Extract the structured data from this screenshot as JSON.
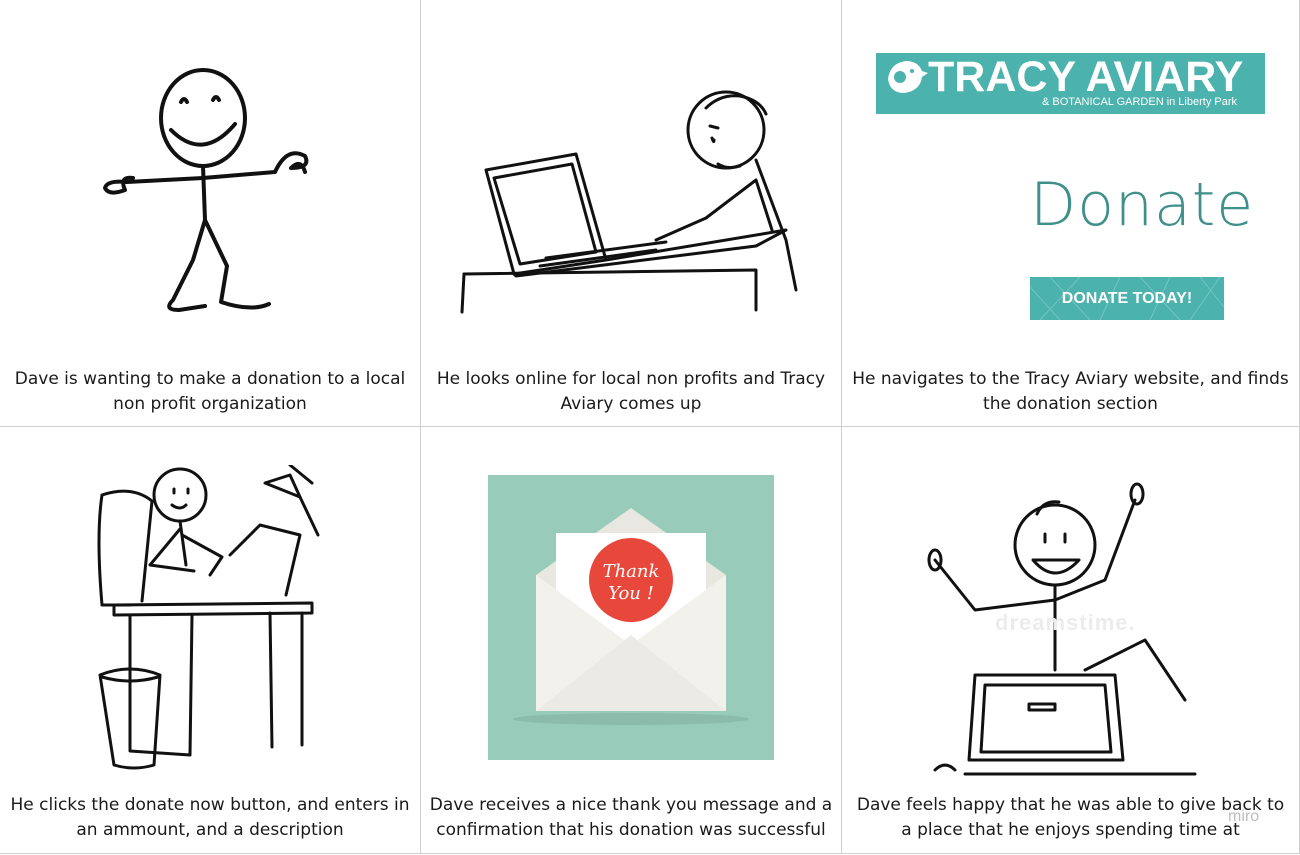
{
  "panels": [
    {
      "caption": "Dave is wanting to make a donation to a local non profit organization"
    },
    {
      "caption": "He looks online for local non profits and Tracy Aviary comes up"
    },
    {
      "caption": "He navigates to the Tracy Aviary website, and finds the donation section"
    },
    {
      "caption": "He clicks the donate now button, and enters in an ammount, and a description"
    },
    {
      "caption": "Dave receives a nice thank you message and a confirmation that his donation was successful"
    },
    {
      "caption": "Dave feels happy that he was able to give back to a place that he enjoys spending time at"
    }
  ],
  "logo": {
    "title": "TRACY AVIARY",
    "subtitle": "& BOTANICAL GARDEN in Liberty Park",
    "bg_color": "#4bb2ad"
  },
  "donate_heading": "Donate",
  "donate_button": "DONATE TODAY!",
  "envelope": {
    "bg_color": "#98cbb9",
    "seal_color": "#e8473c",
    "seal_text_line1": "Thank",
    "seal_text_line2": "You !"
  },
  "watermark": "dreamstime.",
  "brand_mark": "miro"
}
